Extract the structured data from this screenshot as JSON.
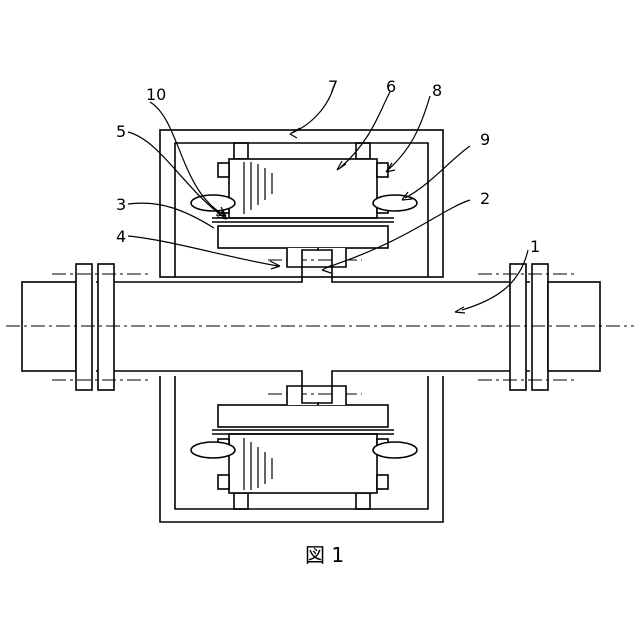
{
  "figure": {
    "caption": "図 1",
    "labels": {
      "l1": "1",
      "l2": "2",
      "l3": "3",
      "l4": "4",
      "l5": "5",
      "l6": "6",
      "l7": "7",
      "l8": "8",
      "l9": "9",
      "l10": "10"
    }
  }
}
